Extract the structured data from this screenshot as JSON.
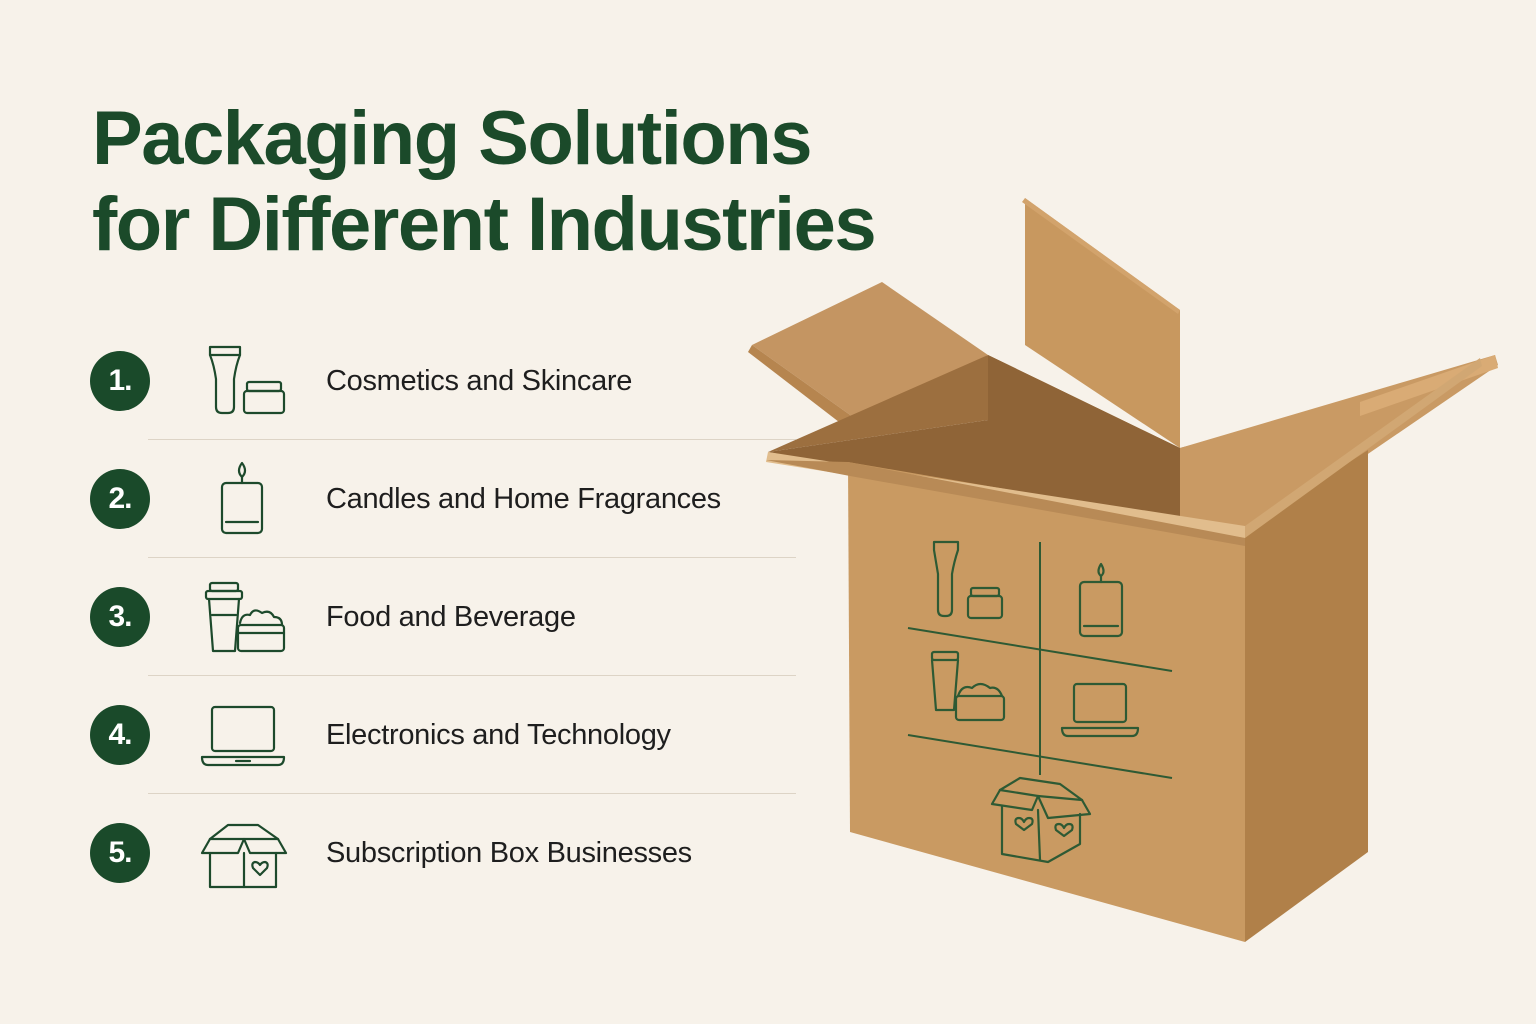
{
  "title": {
    "line1": "Packaging Solutions",
    "line2": "for Different Industries"
  },
  "industries": [
    {
      "number": "1.",
      "label": "Cosmetics and Skincare",
      "icon": "cosmetics-icon"
    },
    {
      "number": "2.",
      "label": "Candles and Home Fragrances",
      "icon": "candle-icon"
    },
    {
      "number": "3.",
      "label": "Food and Beverage",
      "icon": "food-beverage-icon"
    },
    {
      "number": "4.",
      "label": "Electronics and Technology",
      "icon": "laptop-icon"
    },
    {
      "number": "5.",
      "label": "Subscription Box Businesses",
      "icon": "subscription-box-icon"
    }
  ],
  "colors": {
    "background": "#f7f2ea",
    "accent_green": "#1a4a2a",
    "cardboard": "#c89a66"
  }
}
